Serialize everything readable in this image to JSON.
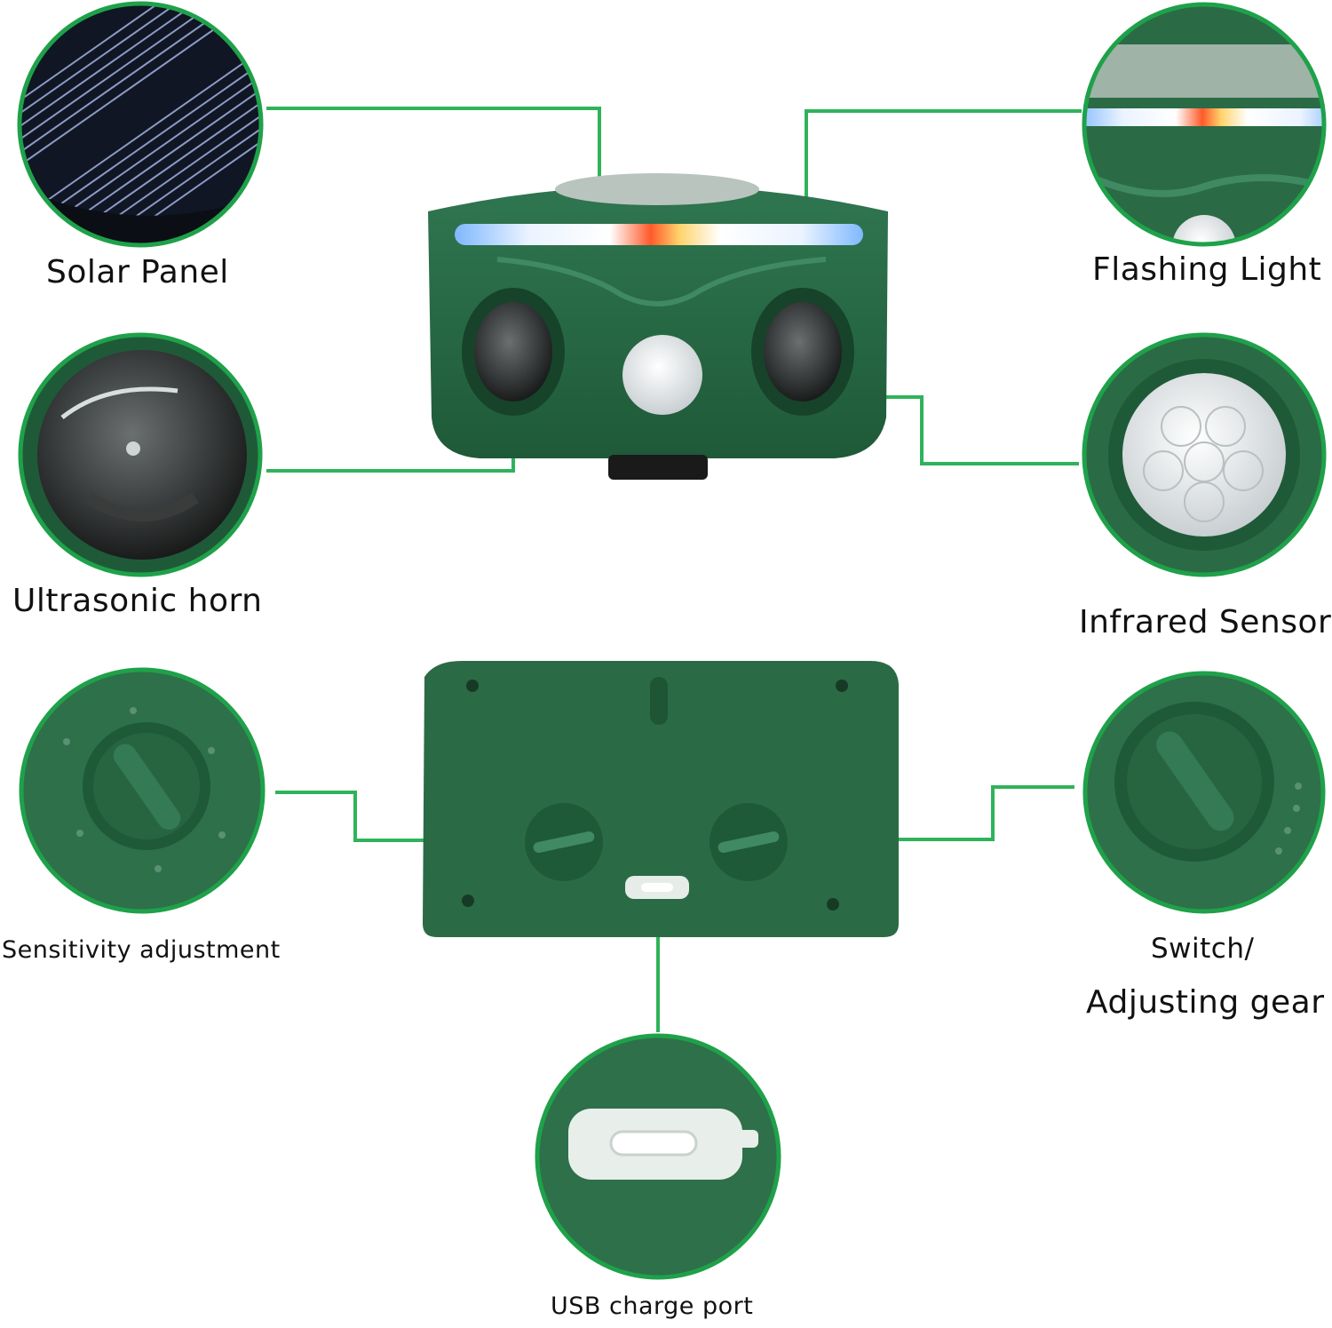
{
  "labels": {
    "solar_panel": "Solar Panel",
    "flashing_light": "Flashing Light",
    "ultrasonic_horn": "Ultrasonic horn",
    "infrared_sensor": "Infrared Sensor",
    "sensitivity_adjustment": "Sensitivity adjustment",
    "switch_line1": "Switch/",
    "switch_line2": "Adjusting gear",
    "usb_charge_port": "USB charge port"
  },
  "colors": {
    "leader_line": "#2fb35a",
    "circle_border": "#1fa14a",
    "device_green": "#2a6b45",
    "device_dark": "#1e5535",
    "text": "#111111",
    "background": "#ffffff"
  },
  "icons": {
    "solar_panel": "solar-panel-closeup",
    "flashing_light": "led-strip-closeup",
    "ultrasonic_horn": "speaker-horn-closeup",
    "infrared_sensor": "pir-dome-closeup",
    "sensitivity_adjustment": "dial-knob-closeup",
    "switch_gear": "dial-knob-closeup",
    "usb_charge_port": "usb-port-closeup"
  }
}
